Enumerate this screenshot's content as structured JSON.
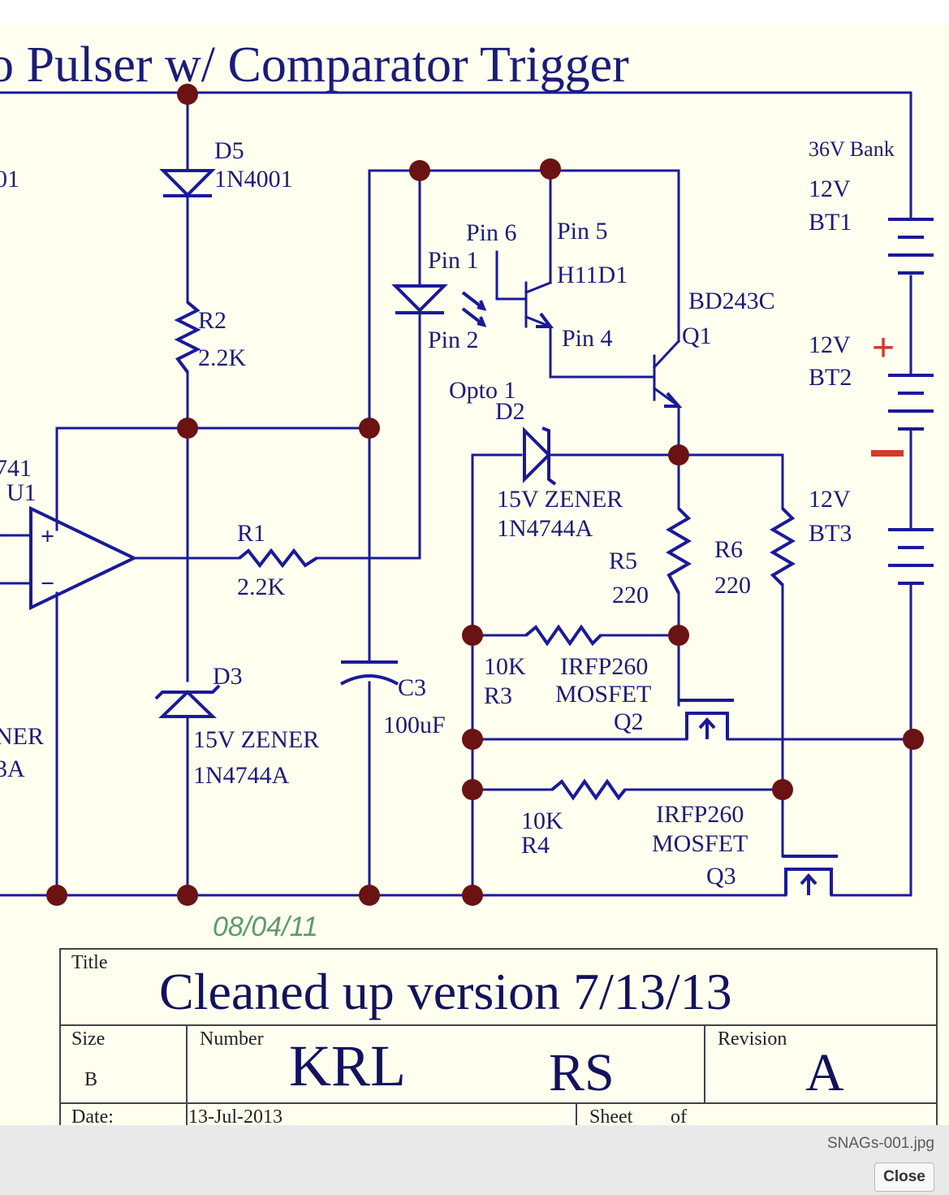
{
  "schematic": {
    "header_title": "o Pulser w/ Comparator Trigger",
    "stamp_date": "08/04/11",
    "labels": {
      "d5_ref": "D5",
      "d5_part": "1N4001",
      "d1_part_partial": "01",
      "r2_ref": "R2",
      "r2_val": "2.2K",
      "r1_ref": "R1",
      "r1_val": "2.2K",
      "u1_part_partial": "741",
      "u1_ref": "U1",
      "d3_ref": "D3",
      "d3_type": "15V ZENER",
      "d3_part": "1N4744A",
      "left_zener_partial": "NER",
      "left_part_partial": "3A",
      "c3_ref": "C3",
      "c3_val": "100uF",
      "pin6": "Pin 6",
      "pin5": "Pin 5",
      "pin1": "Pin 1",
      "pin2": "Pin 2",
      "pin4": "Pin 4",
      "opto_part": "H11D1",
      "opto_ref": "Opto 1",
      "q1_part": "BD243C",
      "q1_ref": "Q1",
      "d2_ref": "D2",
      "d2_type": "15V ZENER",
      "d2_part": "1N4744A",
      "r5_ref": "R5",
      "r5_val": "220",
      "r6_ref": "R6",
      "r6_val": "220",
      "r3_val": "10K",
      "r3_ref": "R3",
      "q2_part": "IRFP260",
      "q2_type": "MOSFET",
      "q2_ref": "Q2",
      "r4_val": "10K",
      "r4_ref": "R4",
      "q3_part": "IRFP260",
      "q3_type": "MOSFET",
      "q3_ref": "Q3",
      "bank": "36V Bank",
      "bt1_val": "12V",
      "bt1_ref": "BT1",
      "bt2_val": "12V",
      "bt2_ref": "BT2",
      "bt3_val": "12V",
      "bt3_ref": "BT3",
      "plus": "+",
      "minus": "−",
      "opamp_plus": "+",
      "opamp_minus": "−"
    },
    "title_block": {
      "title_label": "Title",
      "title": "Cleaned up version 7/13/13",
      "size_label": "Size",
      "size": "B",
      "number_label": "Number",
      "number_a": "KRL",
      "number_b": "RS",
      "revision_label": "Revision",
      "revision": "A",
      "date_label": "Date:",
      "date": "13-Jul-2013",
      "sheet_label": "Sheet",
      "of_label": "of"
    },
    "colors": {
      "background": "#fffff0",
      "wire": "#1a1a9a",
      "junction": "#6b1212",
      "polarity": "#d23a2a",
      "stamp": "#5d9a6e"
    }
  },
  "viewer": {
    "filename": "SNAGs-001.jpg",
    "close_label": "Close"
  }
}
